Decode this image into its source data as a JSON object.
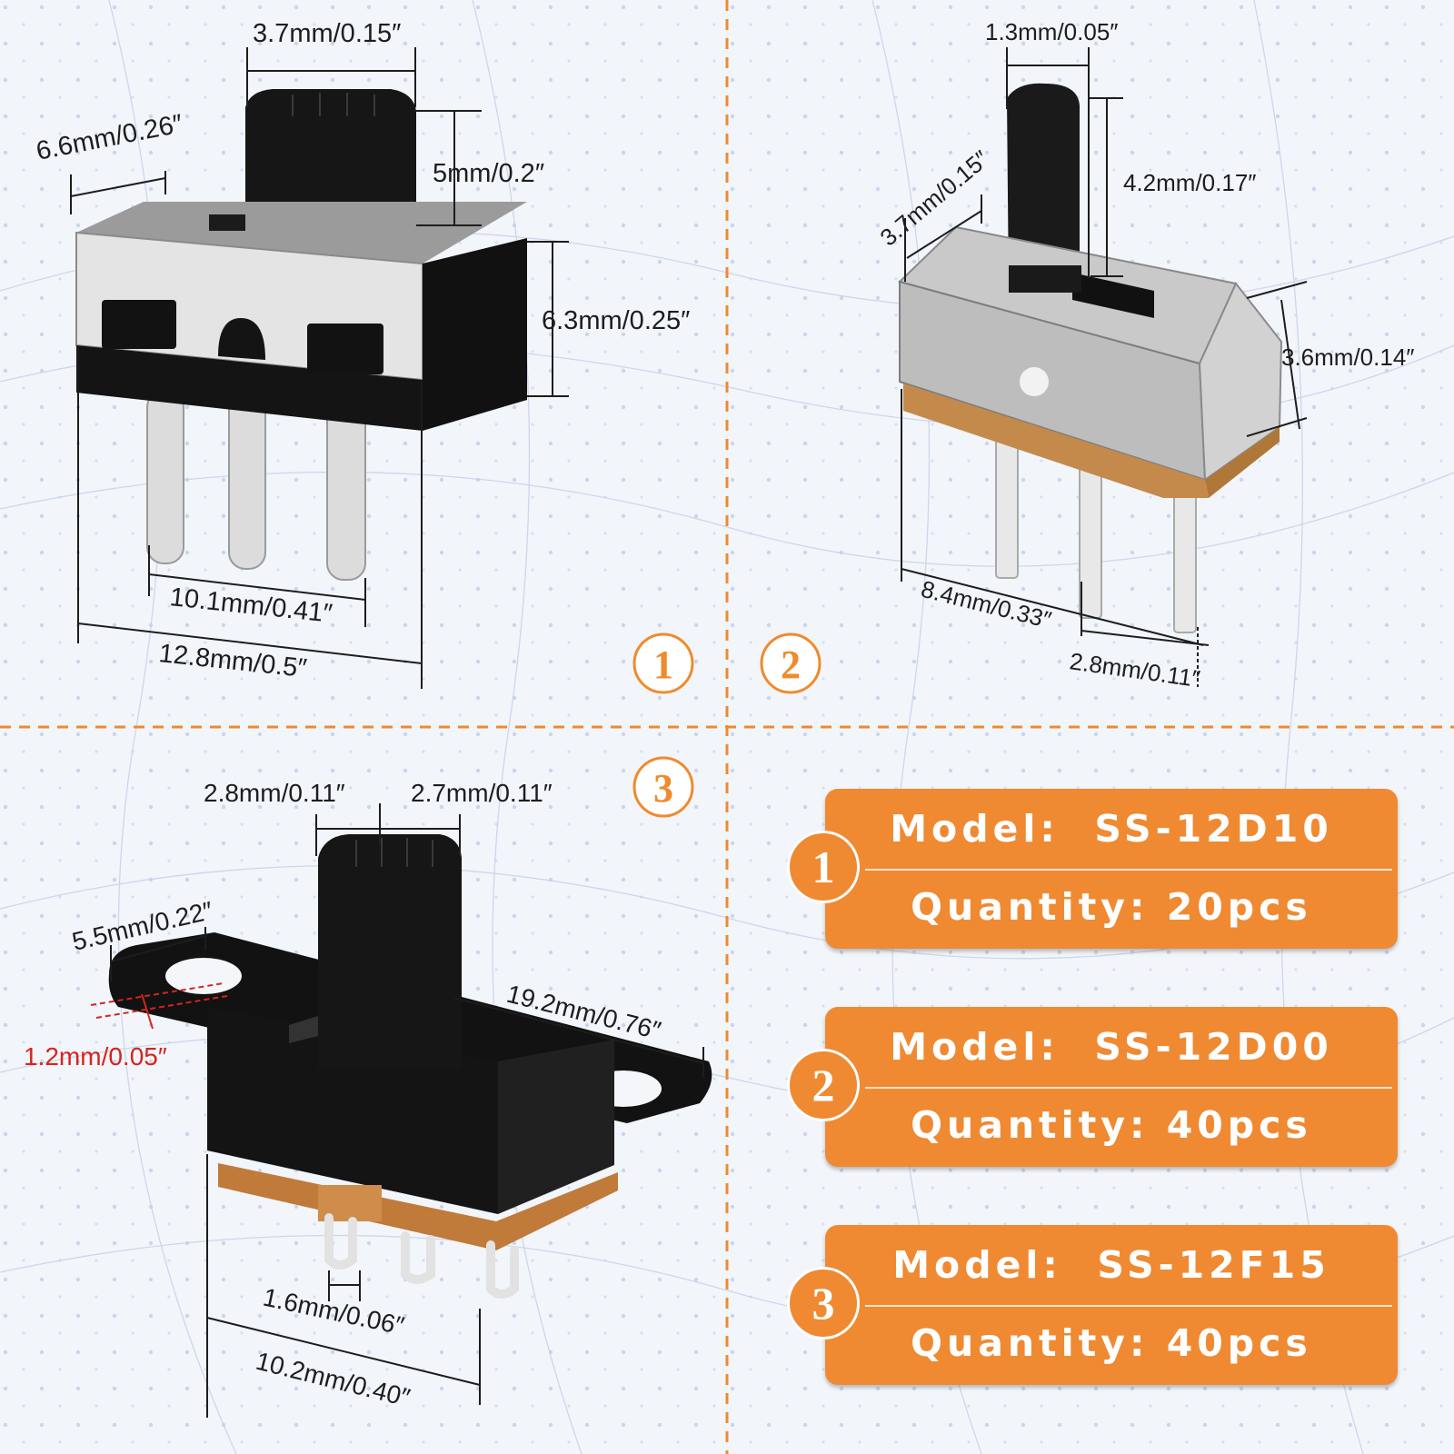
{
  "colors": {
    "accent": "#ef8a33",
    "dimension_line": "#1d1d1d",
    "highlight_dimension": "#d6241c",
    "background": "#f3f6fb"
  },
  "panels": {
    "switch1": {
      "badge": "1",
      "dims": {
        "knob_width": "3.7mm/0.15″",
        "depth": "6.6mm/0.26″",
        "knob_height": "5mm/0.2″",
        "body_height": "6.3mm/0.25″",
        "pin_span": "10.1mm/0.41″",
        "body_length": "12.8mm/0.5″"
      }
    },
    "switch2": {
      "badge": "2",
      "dims": {
        "knob_width": "1.3mm/0.05″",
        "knob_depth": "3.7mm/0.15″",
        "knob_height": "4.2mm/0.17″",
        "body_height": "3.6mm/0.14″",
        "body_length": "8.4mm/0.33″",
        "pin_pitch": "2.8mm/0.11″"
      }
    },
    "switch3": {
      "badge": "3",
      "dims": {
        "knob_width_a": "2.8mm/0.11″",
        "knob_width_b": "2.7mm/0.11″",
        "flange_width": "5.5mm/0.22″",
        "hole_diameter": "1.2mm/0.05″",
        "total_length": "19.2mm/0.76″",
        "pin_pitch": "1.6mm/0.06″",
        "body_length": "10.2mm/0.40″"
      }
    }
  },
  "cards": [
    {
      "badge": "1",
      "model_label": "Model:",
      "model": "SS-12D10",
      "quantity_label": "Quantity:",
      "quantity": "20pcs"
    },
    {
      "badge": "2",
      "model_label": "Model:",
      "model": "SS-12D00",
      "quantity_label": "Quantity:",
      "quantity": "40pcs"
    },
    {
      "badge": "3",
      "model_label": "Model:",
      "model": "SS-12F15",
      "quantity_label": "Quantity:",
      "quantity": "40pcs"
    }
  ]
}
